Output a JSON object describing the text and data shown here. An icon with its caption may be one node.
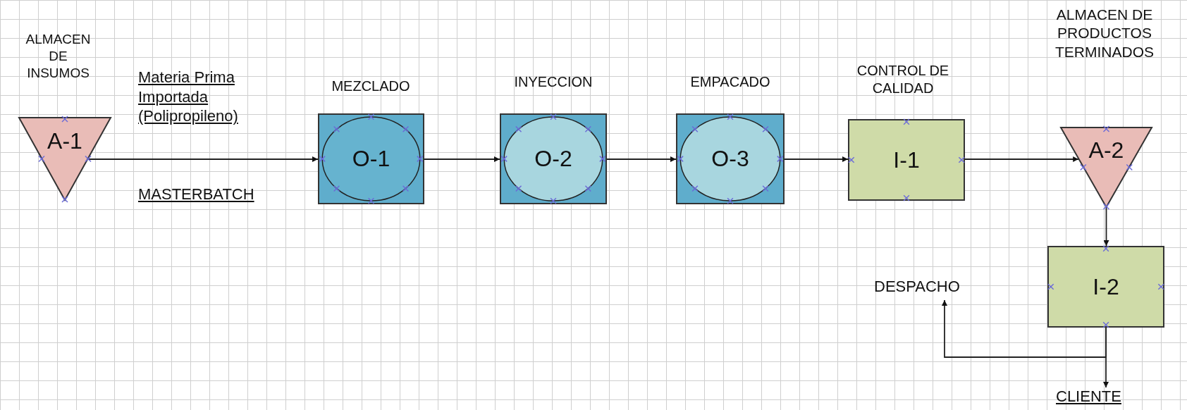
{
  "diagram": {
    "nodes": [
      {
        "text": [
          "ALMACEN DE INSUMOS",
          "A-1"
        ]
      },
      {
        "text": [
          "MEZCLADO",
          "O-1"
        ]
      },
      {
        "text": [
          "INYECCION",
          "O-2"
        ]
      },
      {
        "text": [
          "EMPACADO",
          "O-3"
        ]
      },
      {
        "text": [
          "CONTROL DE CALIDAD",
          "I-1"
        ]
      },
      {
        "text": [
          "ALMACEN DE PRODUCTOS TERMINADOS",
          "A-2"
        ]
      },
      {
        "text": [
          "I-2"
        ]
      },
      {
        "text": [
          "DESPACHO"
        ]
      },
      {
        "text": [
          "CLIENTE"
        ]
      }
    ],
    "edges": [
      {
        "from": 0,
        "to": 1,
        "arrow": "to",
        "label": "Materia Prima Importada (Polipropileno)"
      },
      {
        "from": 1,
        "to": 2,
        "arrow": "to"
      },
      {
        "from": 2,
        "to": 3,
        "arrow": "to"
      },
      {
        "from": 3,
        "to": 4,
        "arrow": "to"
      },
      {
        "from": 4,
        "to": 5,
        "arrow": "to"
      },
      {
        "from": 5,
        "to": 6,
        "arrow": "to"
      },
      {
        "from": 6,
        "to": 8,
        "arrow": "to"
      },
      {
        "from": 6,
        "to": 7,
        "arrow": "to"
      }
    ],
    "labels": [
      "MASTERBATCH"
    ]
  }
}
